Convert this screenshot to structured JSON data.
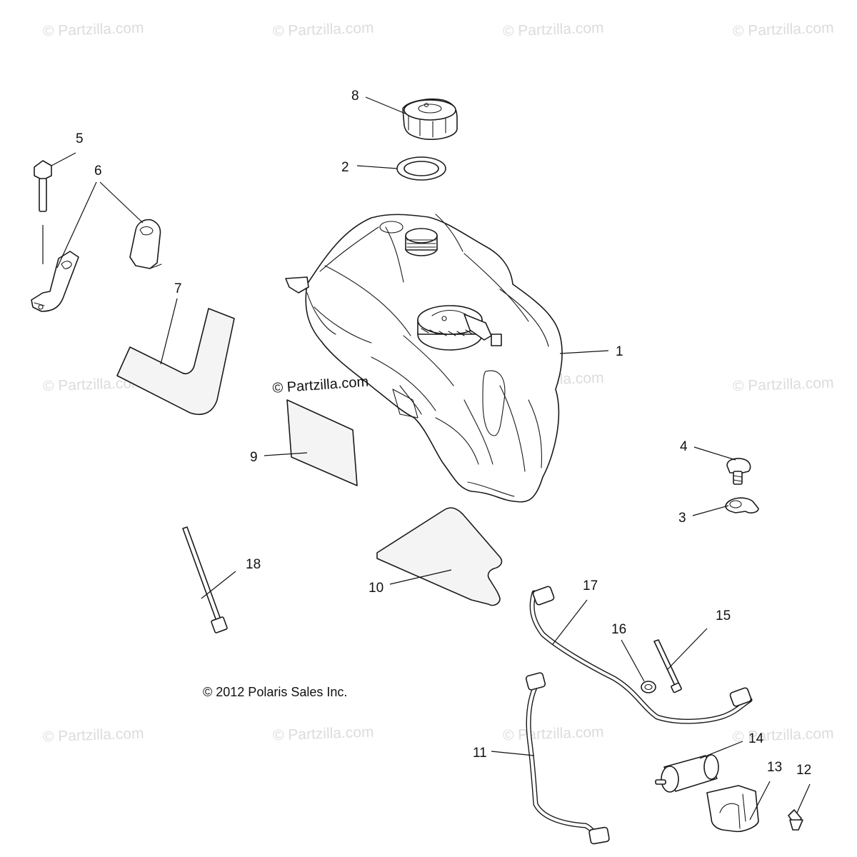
{
  "watermark": "© Partzilla.com",
  "center_watermark": "© Partzilla.com",
  "copyright": "© 2012 Polaris Sales Inc.",
  "callouts": {
    "c1": "1",
    "c2": "2",
    "c3": "3",
    "c4": "4",
    "c5": "5",
    "c6": "6",
    "c7": "7",
    "c8": "8",
    "c9": "9",
    "c10": "10",
    "c11": "11",
    "c12": "12",
    "c13": "13",
    "c14": "14",
    "c15": "15",
    "c16": "16",
    "c17": "17",
    "c18": "18"
  }
}
